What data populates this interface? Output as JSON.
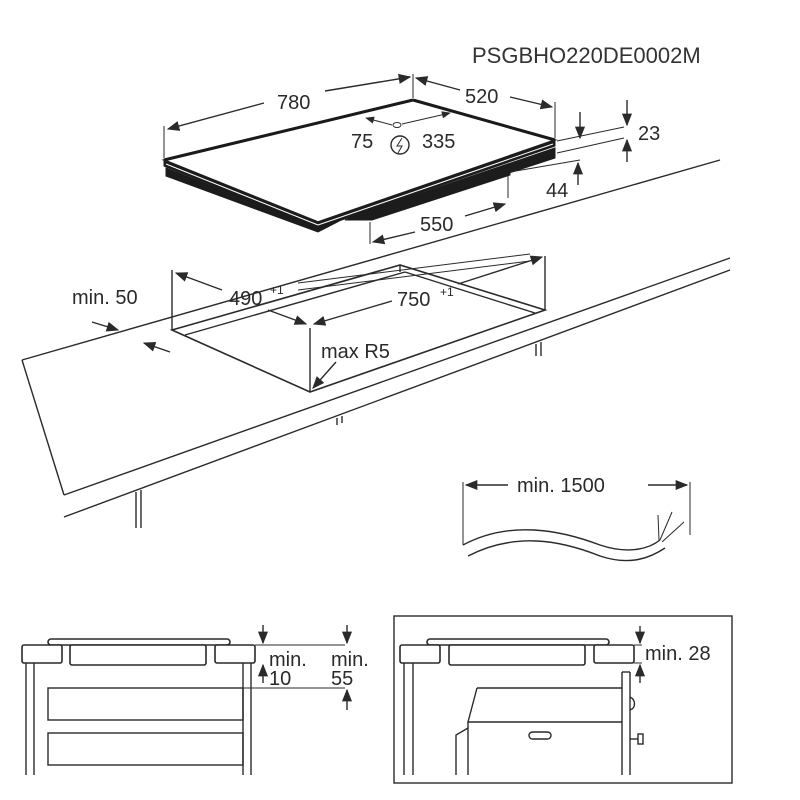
{
  "diagram": {
    "model_code": "PSGBHO220DE0002M",
    "hob": {
      "width": "780",
      "depth": "520",
      "connection_offset_left": "75",
      "connection_offset_right": "335",
      "glass_thickness": "23",
      "total_height": "44",
      "base_width": "550",
      "power_symbol": "electrical-connection-icon"
    },
    "cutout": {
      "min_front_distance": "min. 50",
      "depth": "490",
      "depth_tolerance": "+1",
      "width": "750",
      "width_tolerance": "+1",
      "corner_radius": "max R5"
    },
    "cable": {
      "min_length": "min. 1500"
    },
    "section_drawer": {
      "gap_label_1": "min.",
      "gap_value_1": "10",
      "gap_label_2": "min.",
      "gap_value_2": "55"
    },
    "section_oven": {
      "gap_label": "min. 28"
    }
  }
}
